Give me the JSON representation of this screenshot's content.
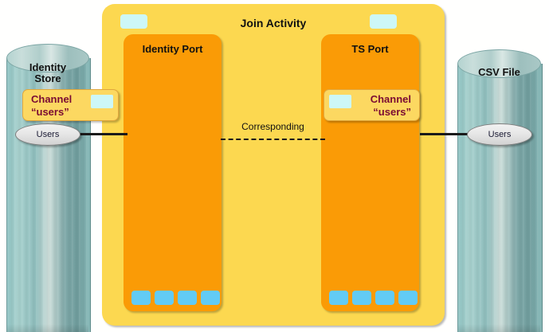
{
  "diagram": {
    "title": "Join Activity",
    "type": "integration-flow-diagram"
  },
  "left_store": {
    "name": "Identity Store",
    "label_line1": "Identity",
    "label_line2": "Store",
    "collection": "Users",
    "shape": "cylinder-icon",
    "color": "#8fbebd"
  },
  "right_store": {
    "name": "CSV File",
    "label_line1": "CSV File",
    "label_line2": "",
    "collection": "Users",
    "shape": "cylinder-icon",
    "color": "#8fbebd"
  },
  "join_activity": {
    "title": "Join Activity",
    "panel_color": "#fcd850",
    "tab_color": "#cdf7f7",
    "ports": [
      {
        "id": "identity-port",
        "title": "Identity  Port",
        "panel_color": "#fa9b06",
        "channel": {
          "line1": "Channel",
          "line2": "“users”",
          "text_color": "#7a0b33",
          "box_color": "#fcd861"
        },
        "bottom_chips": [
          "chip-1",
          "chip-2",
          "chip-3",
          "chip-4"
        ],
        "chip_color": "#62cbf5"
      },
      {
        "id": "ts-port",
        "title": "TS Port",
        "panel_color": "#fa9b06",
        "channel": {
          "line1": "Channel",
          "line2": "“users”",
          "text_color": "#7a0b33",
          "box_color": "#fcd861"
        },
        "bottom_chips": [
          "chip-1",
          "chip-2",
          "chip-3",
          "chip-4"
        ],
        "chip_color": "#62cbf5"
      }
    ],
    "link": {
      "label": "Corresponding",
      "style": "dashed"
    }
  }
}
